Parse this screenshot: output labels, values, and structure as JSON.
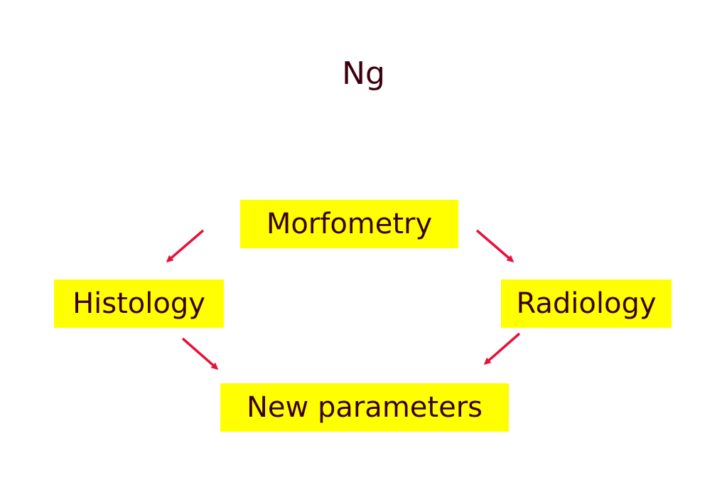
{
  "slide": {
    "title": "Ng"
  },
  "diagram": {
    "nodes": {
      "morfometry": "Morfometry",
      "histology": "Histology",
      "radiology": "Radiology",
      "new_parameters": "New parameters"
    },
    "edges": [
      {
        "from": "morfometry",
        "to": "histology"
      },
      {
        "from": "morfometry",
        "to": "radiology"
      },
      {
        "from": "histology",
        "to": "new_parameters"
      },
      {
        "from": "radiology",
        "to": "new_parameters"
      }
    ],
    "colors": {
      "node_fill": "#ffff00",
      "text": "#3a0010",
      "arrow": "#e8103a"
    }
  }
}
